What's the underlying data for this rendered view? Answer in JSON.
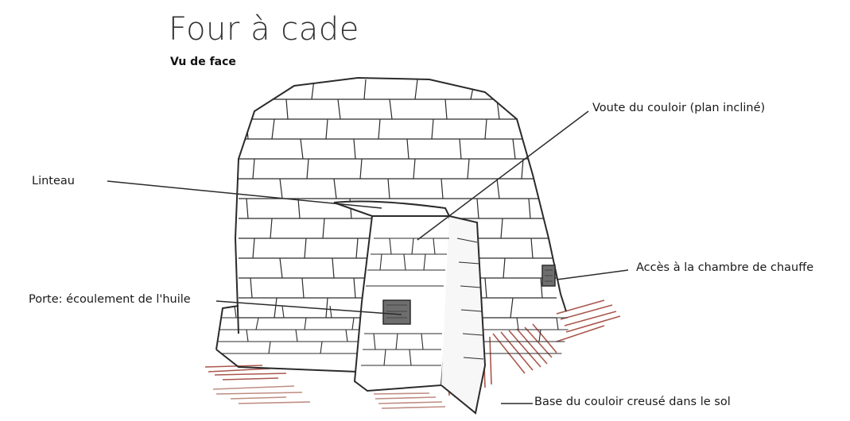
{
  "title": "Four à cade",
  "subtitle": "Vu de face",
  "labels": {
    "linteau": "Linteau",
    "voute": "Voute du couloir (plan incliné)",
    "acces": "Accès à la chambre de chauffe",
    "porte": "Porte: écoulement de l'huile",
    "base": "Base du couloir creusé dans le sol"
  },
  "colors": {
    "stroke": "#2b2b2b",
    "earth": "#9b3a2e",
    "opening": "#6e6e6e"
  }
}
